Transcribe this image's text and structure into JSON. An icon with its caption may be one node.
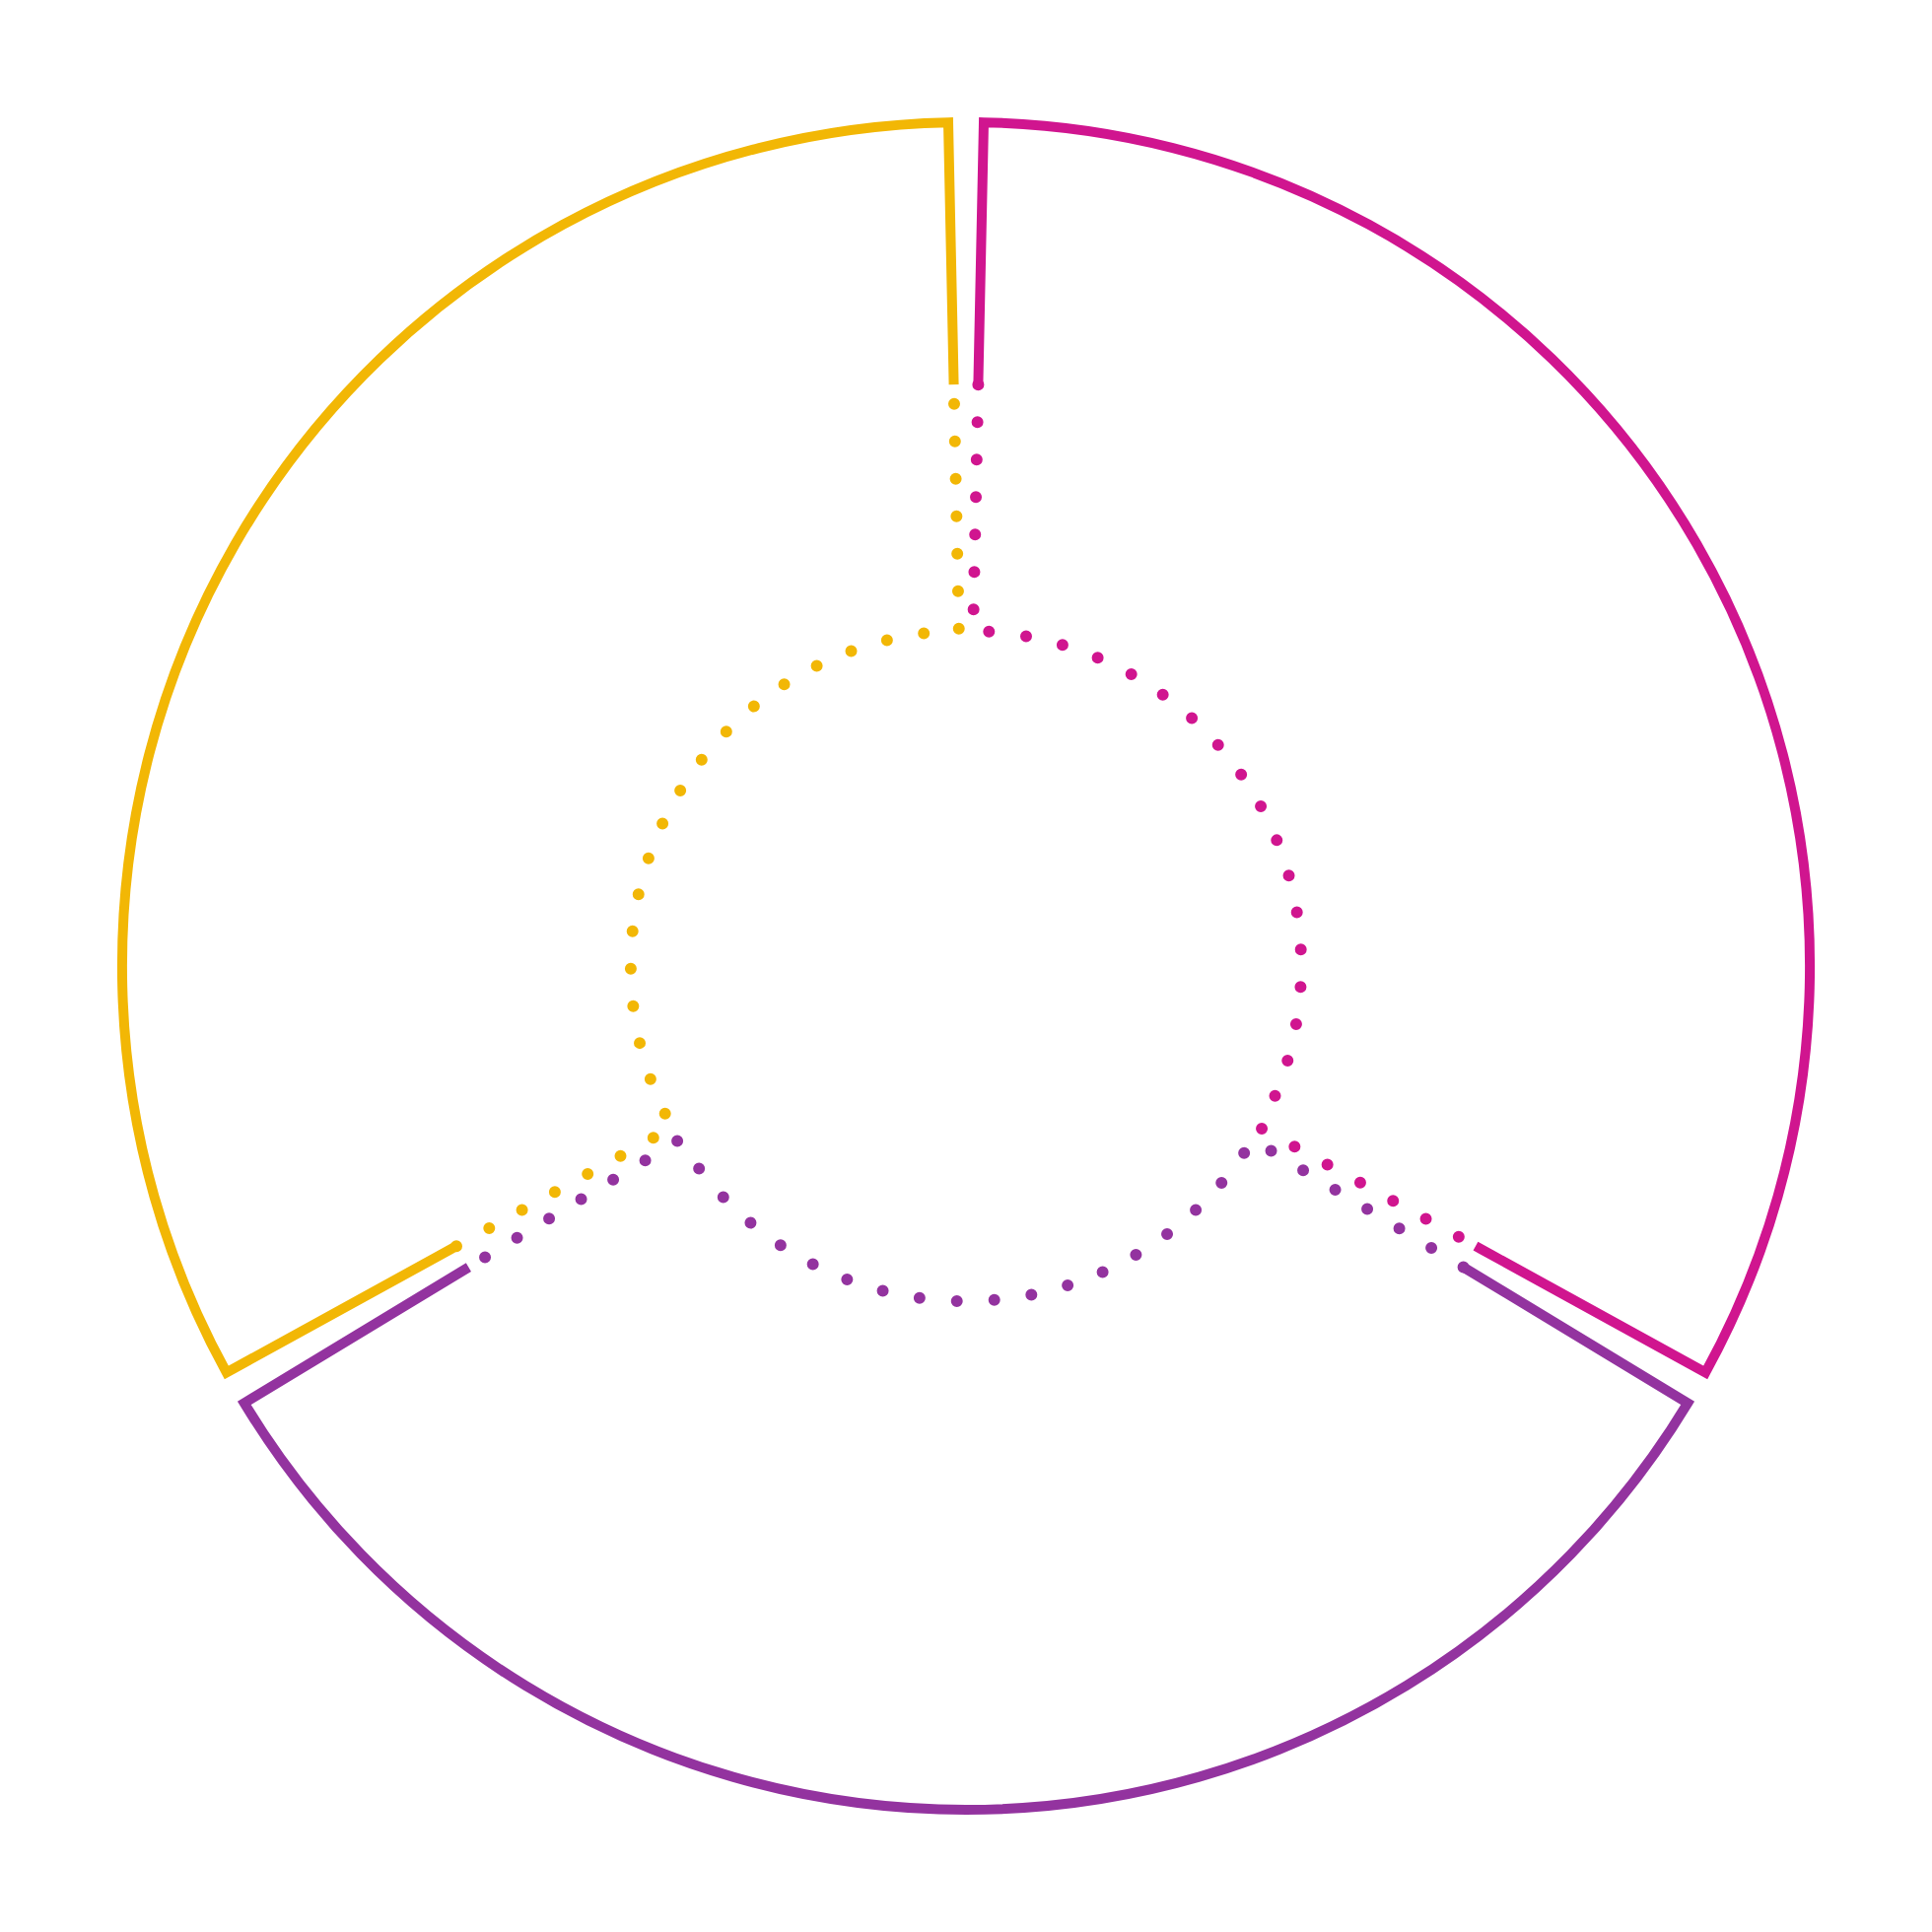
{
  "diagram": {
    "nodes": [
      {
        "text": [],
        "shape": "sector"
      },
      {
        "text": [],
        "shape": "sector"
      },
      {
        "text": [],
        "shape": "sector"
      }
    ]
  }
}
